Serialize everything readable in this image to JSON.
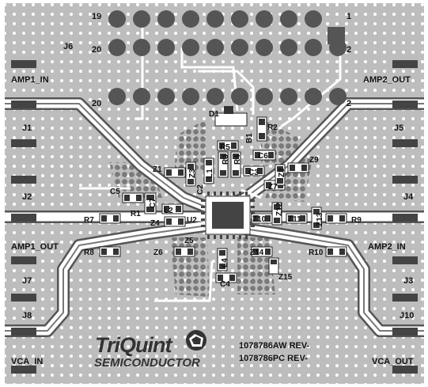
{
  "connectors": {
    "header": "J6",
    "amp1_in": "J1",
    "j2": "J2",
    "amp1_out": "J7",
    "vca_in": "J8",
    "amp2_out": "J5",
    "j4": "J4",
    "amp2_in": "J3",
    "vca_out": "J10"
  },
  "pins": {
    "p19": "19",
    "p20a": "20",
    "p20b": "20",
    "p1": "1",
    "p2a": "2",
    "p2b": "2"
  },
  "signals": {
    "amp1_in": "AMP1_IN",
    "amp2_out": "AMP2_OUT",
    "amp1_out": "AMP1_OUT",
    "amp2_in": "AMP2_IN",
    "vca_in": "VCA_IN",
    "vca_out": "VCA_OUT"
  },
  "refdes": {
    "D1": "D1",
    "R2": "R2",
    "R5": "R5",
    "R3": "R3",
    "R4": "R4",
    "C6": "C6",
    "C3": "C3",
    "Z1": "Z1",
    "Z3": "Z3",
    "Z7": "Z7",
    "Z8": "Z8",
    "Z9": "Z9",
    "C5": "C5",
    "C7": "C7",
    "R1": "R1",
    "L2": "L2",
    "Z4": "Z4",
    "U2": "U2",
    "R7": "R7",
    "R9": "R9",
    "Z10": "Z10",
    "Z11": "Z11",
    "Z13": "Z13",
    "Z12": "Z12",
    "R8": "R8",
    "Z5": "Z5",
    "Z6": "Z6",
    "Z14": "Z14",
    "R10": "R10",
    "Z15": "Z15",
    "L4": "L4",
    "C4": "C4",
    "L1": "L1",
    "B1": "B1",
    "C2": "C2"
  },
  "logo": {
    "line1": "TriQuint",
    "line2": "SEMICONDUCTOR"
  },
  "revisions": {
    "line1": "1078786AW REV-",
    "line2": "1078786PC REV-"
  }
}
